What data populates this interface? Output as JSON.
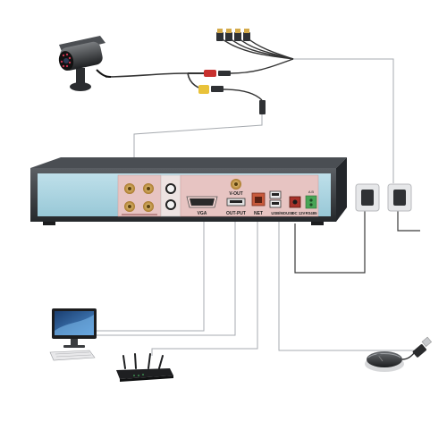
{
  "panel_labels": {
    "vga": "VGA",
    "v_out": "V-OUT",
    "out_put": "OUT-PUT",
    "net": "NET",
    "usb_mouse": "USB/MOUSE",
    "dc_12v": "DC 12V",
    "rs485": "RS485",
    "rs485_pins": "A B"
  },
  "colors": {
    "dvr_body": "#2f3236",
    "rear_panel": "#a9d3e0",
    "connector_plate": "#e7c4c2",
    "bnc_gold": "#c99a3a",
    "net_port": "#c85a3c",
    "terminal_green": "#47a556",
    "cable_line": "#9a9ea3",
    "power_cable": "#3a3a3a"
  },
  "devices": [
    {
      "name": "cctv-camera",
      "icon": "bullet-camera-icon"
    },
    {
      "name": "video-power-splitter",
      "icon": "bnc-cable-icon"
    },
    {
      "name": "power-adapter",
      "icon": "power-adapter-icon"
    },
    {
      "name": "computer-monitor",
      "icon": "monitor-icon"
    },
    {
      "name": "router",
      "icon": "router-icon"
    },
    {
      "name": "usb-mouse",
      "icon": "mouse-icon"
    }
  ]
}
